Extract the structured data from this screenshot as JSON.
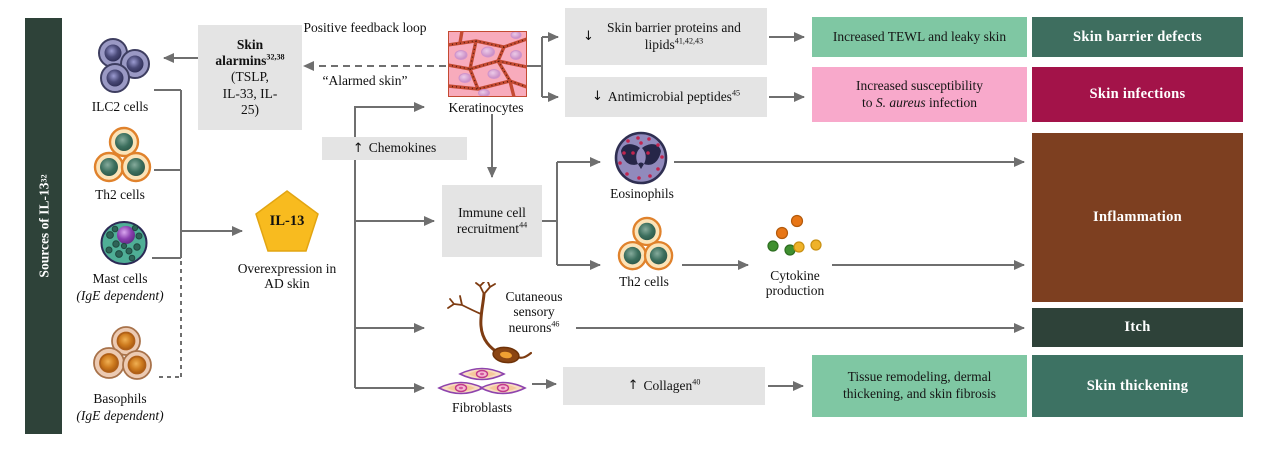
{
  "sidebar": {
    "title": "Sources of IL-13",
    "sup": "32",
    "bg": "#2e4239"
  },
  "source_cells": {
    "ilc2": {
      "label": "ILC2 cells"
    },
    "th2": {
      "label": "Th2 cells"
    },
    "mast": {
      "label": "Mast cells",
      "dependency": "(IgE dependent)"
    },
    "basophils": {
      "label": "Basophils",
      "dependency": "(IgE dependent)"
    }
  },
  "alarmins_box": {
    "title": "Skin alarmins",
    "sup": "32,38",
    "mediators": "(TSLP, IL-33, IL-25)"
  },
  "feedback": {
    "loop": "Positive feedback loop",
    "alarmed": "“Alarmed skin”"
  },
  "il13": {
    "label": "IL-13",
    "caption": "Overexpression in AD skin",
    "color": "#f8bb1f"
  },
  "keratinocytes": {
    "label": "Keratinocytes"
  },
  "chemokines_box": {
    "arrow": "↑",
    "label": "Chemokines"
  },
  "effects": {
    "barrier": {
      "arrow": "↓",
      "label": "Skin barrier proteins and lipids",
      "sup": "41,42,43"
    },
    "antimicrobial": {
      "arrow": "↓",
      "label": "Antimicrobial peptides",
      "sup": "45"
    },
    "immune": {
      "label": "Immune cell recruitment",
      "sup": "44"
    },
    "collagen": {
      "arrow": "↑",
      "label": "Collagen",
      "sup": "40"
    }
  },
  "downstream_cells": {
    "eosinophils": {
      "label": "Eosinophils"
    },
    "th2": {
      "label": "Th2 cells"
    },
    "cytokine": {
      "label": "Cytokine production"
    },
    "neurons": {
      "label": "Cutaneous sensory neurons",
      "sup": "46"
    },
    "fibroblasts": {
      "label": "Fibroblasts"
    }
  },
  "intermediates": {
    "tewl": {
      "label": "Increased TEWL and leaky skin",
      "bg": "#7fc7a3"
    },
    "staph": {
      "line1": "Increased susceptibility",
      "line2_pre": "to ",
      "line2_italic": "S. aureus",
      "line2_post": " infection",
      "bg": "#f8a9cb"
    },
    "remodeling": {
      "label": "Tissue remodeling, dermal thickening, and skin fibrosis",
      "bg": "#7fc7a3"
    }
  },
  "outcomes": {
    "barrier_defects": {
      "label": "Skin barrier defects",
      "bg": "#3e6e5f"
    },
    "infections": {
      "label": "Skin infections",
      "bg": "#a31349"
    },
    "inflammation": {
      "label": "Inflammation",
      "bg": "#7d3f20"
    },
    "itch": {
      "label": "Itch",
      "bg": "#2e4239"
    },
    "thickening": {
      "label": "Skin thickening",
      "bg": "#3d7263"
    }
  }
}
